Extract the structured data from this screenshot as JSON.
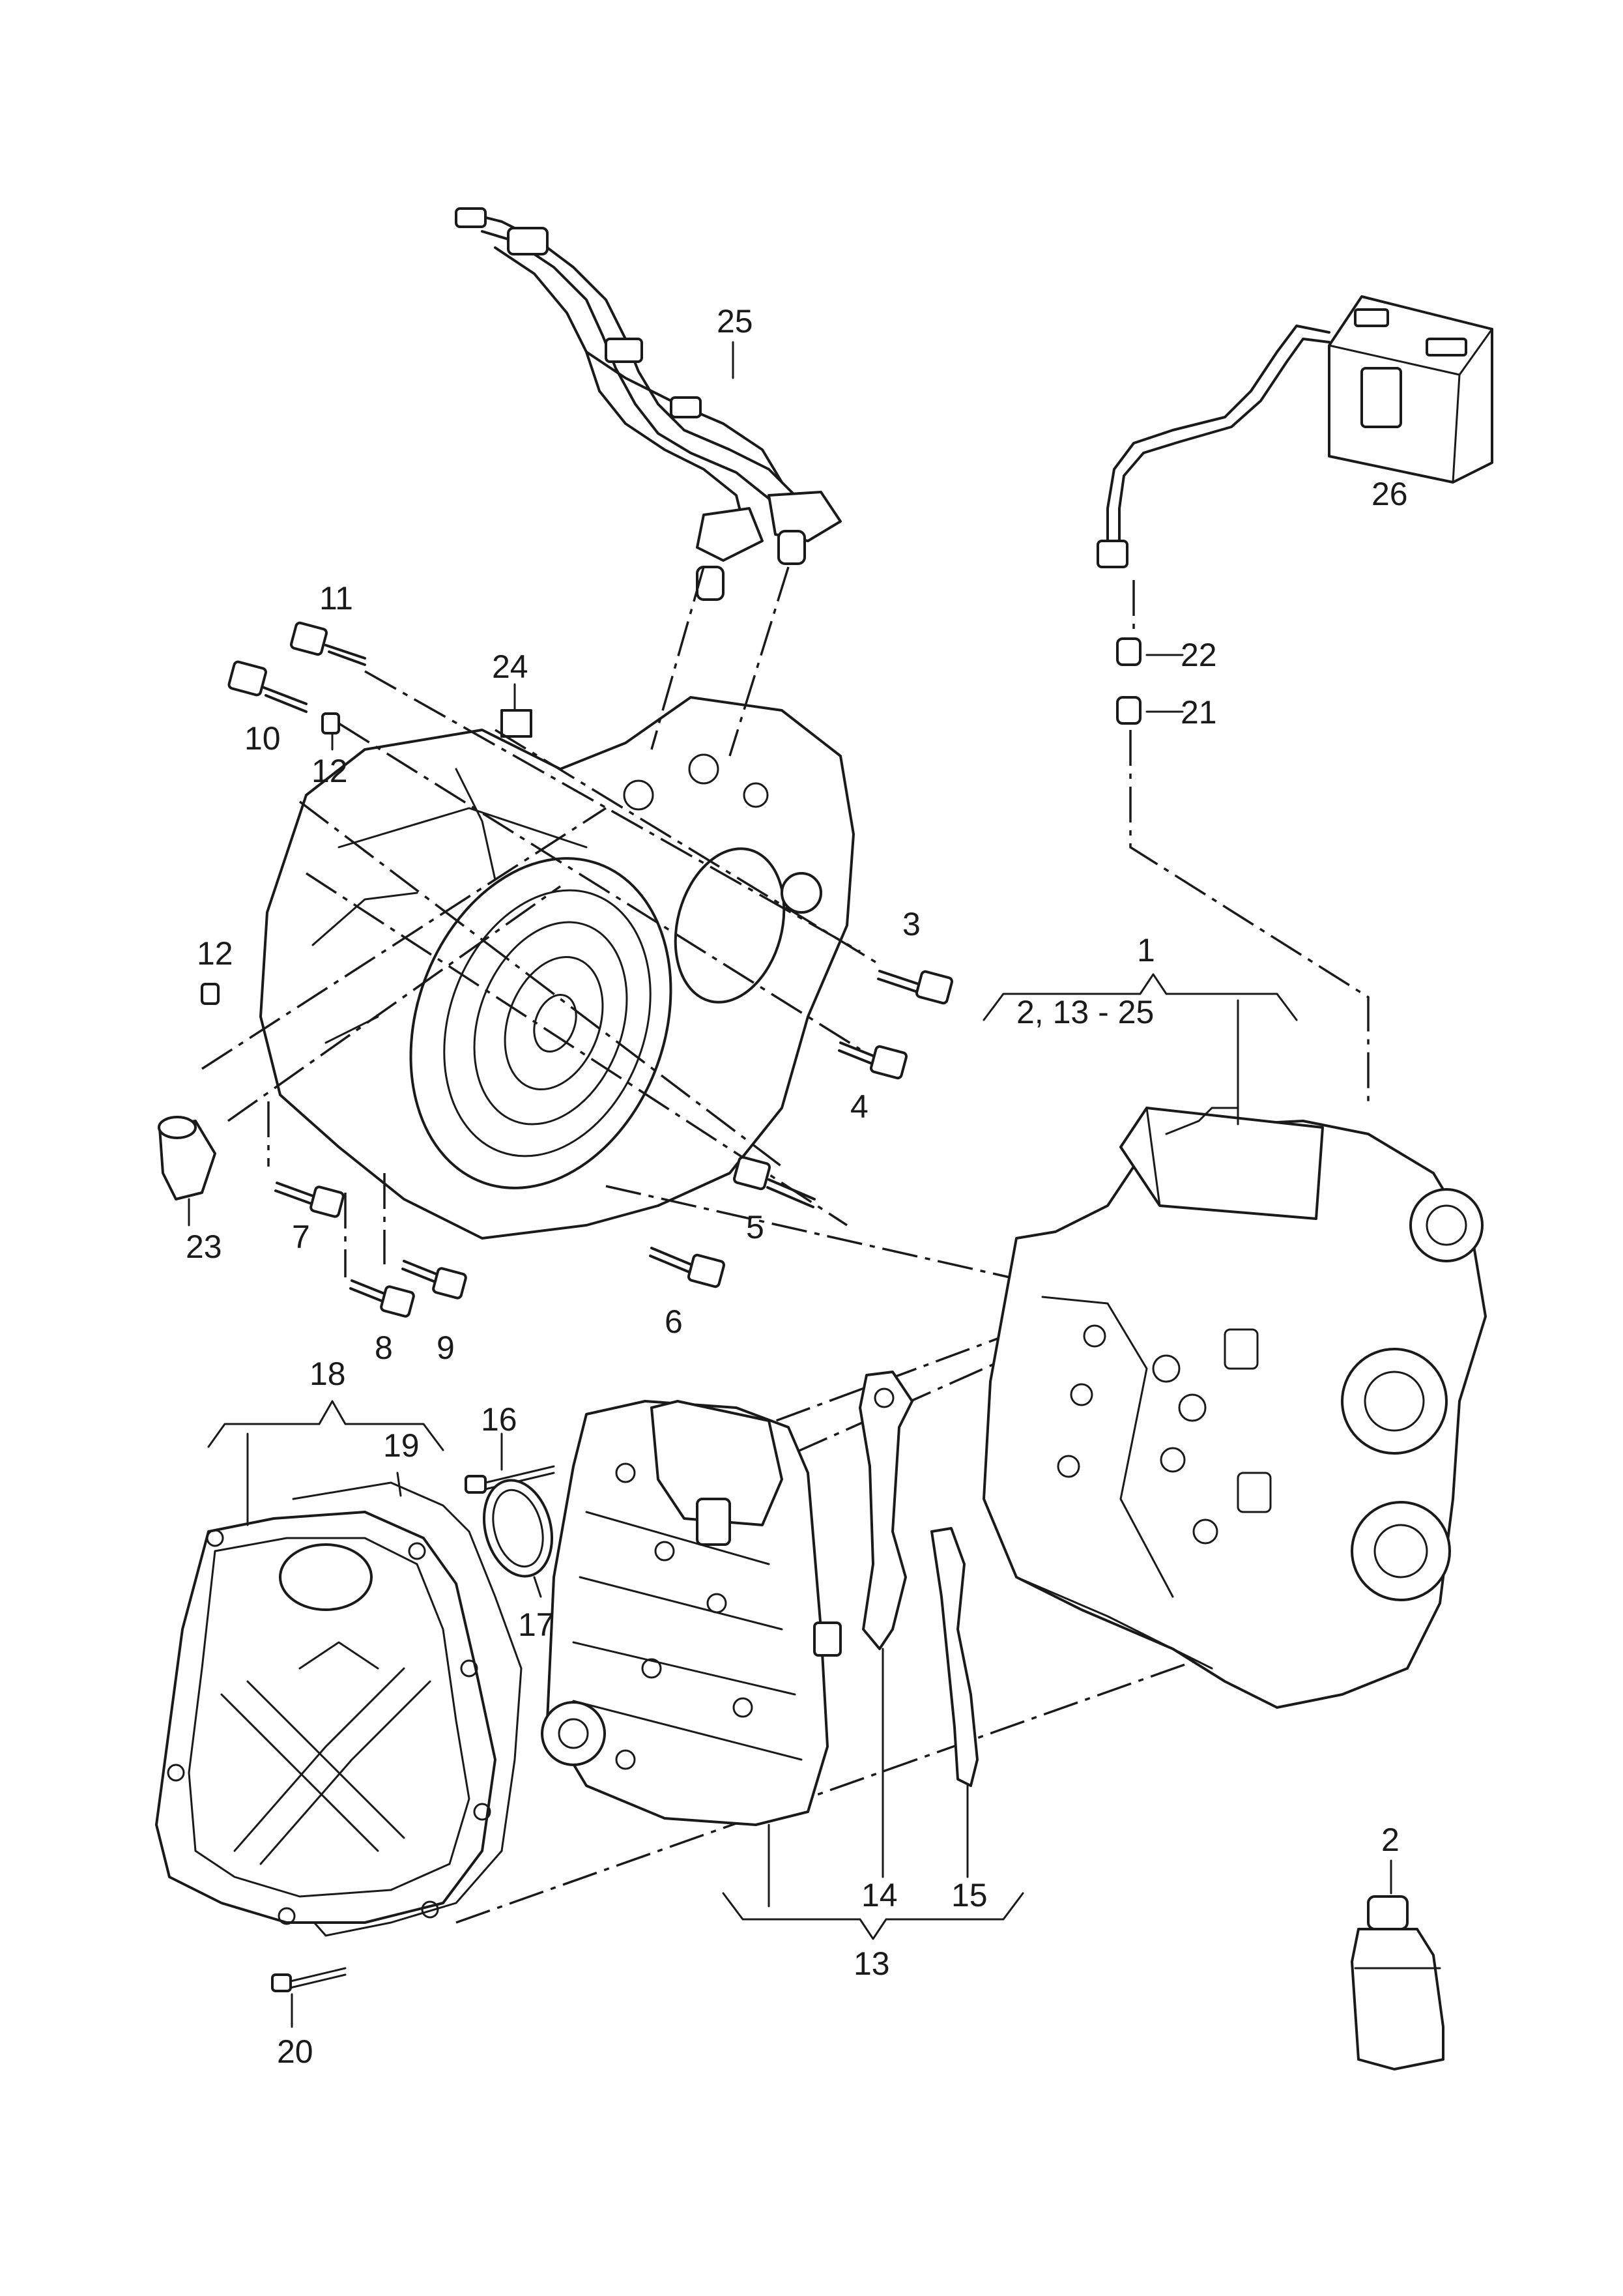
{
  "labels": {
    "l1": "1",
    "l1_sub": "2, 13 - 25",
    "l2": "2",
    "l3": "3",
    "l4": "4",
    "l5": "5",
    "l6": "6",
    "l7": "7",
    "l8": "8",
    "l9": "9",
    "l10": "10",
    "l11": "11",
    "l12a": "12",
    "l12b": "12",
    "l13": "13",
    "l14": "14",
    "l15": "15",
    "l16": "16",
    "l17": "17",
    "l18": "18",
    "l19": "19",
    "l20": "20",
    "l21": "21",
    "l22": "22",
    "l23": "23",
    "l24": "24",
    "l25": "25",
    "l26": "26"
  },
  "colors": {
    "line": "#1a1a1a",
    "background": "#ffffff"
  }
}
